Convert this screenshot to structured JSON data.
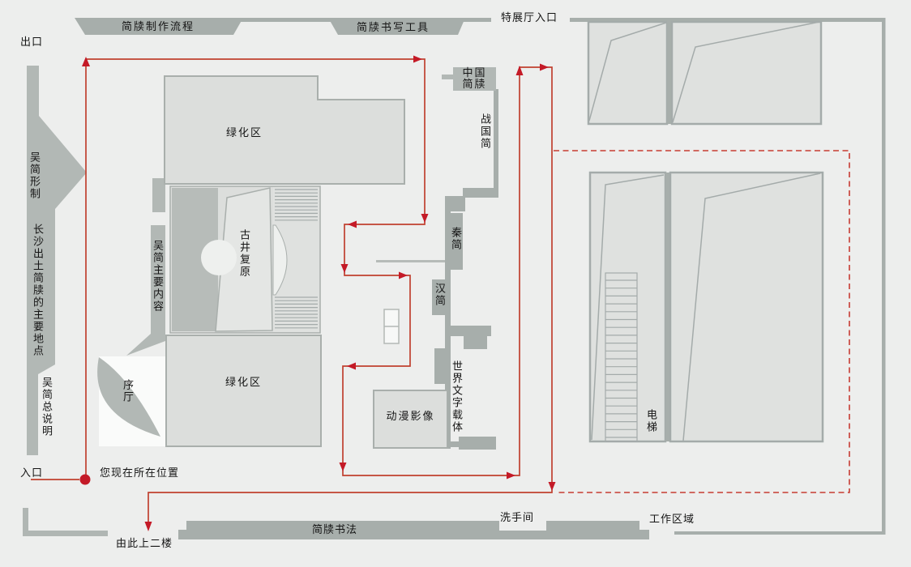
{
  "title": "museum-floor-plan",
  "colors": {
    "background": "#edeeed",
    "wall": "#a7aeab",
    "shape": "#b2b8b5",
    "room_fill": "#dcdedc",
    "route_line": "#c0402f",
    "route_marker": "#c41a27",
    "route_dashed": "#c73b32",
    "text": "#151515"
  },
  "labels": {
    "exit": "出口",
    "entrance": "入口",
    "slip_making_process": "简牍制作流程",
    "slip_writing_tools": "简牍书写工具",
    "special_hall_entrance": "特展厅入口",
    "wu_slip_form": "吴简形制",
    "changsha_sites": "长沙出土简牍的主要地点",
    "wu_slip_general": "吴简总说明",
    "wu_slip_main_content": "吴简主要内容",
    "green_area_top": "绿化区",
    "green_area_bottom": "绿化区",
    "ancient_well": "古井复原",
    "preface_hall": "序厅",
    "china_slips_line1": "中国",
    "china_slips_line2": "简牍",
    "warring_states_slips": "战国简",
    "qin_slips": "秦简",
    "han_slips": "汉简",
    "world_writing_carriers": "世界文字载体",
    "animation_video": "动漫影像",
    "elevator": "电梯",
    "you_are_here": "您现在所在位置",
    "to_second_floor": "由此上二楼",
    "slip_calligraphy": "简牍书法",
    "restroom": "洗手间",
    "work_area": "工作区域"
  }
}
